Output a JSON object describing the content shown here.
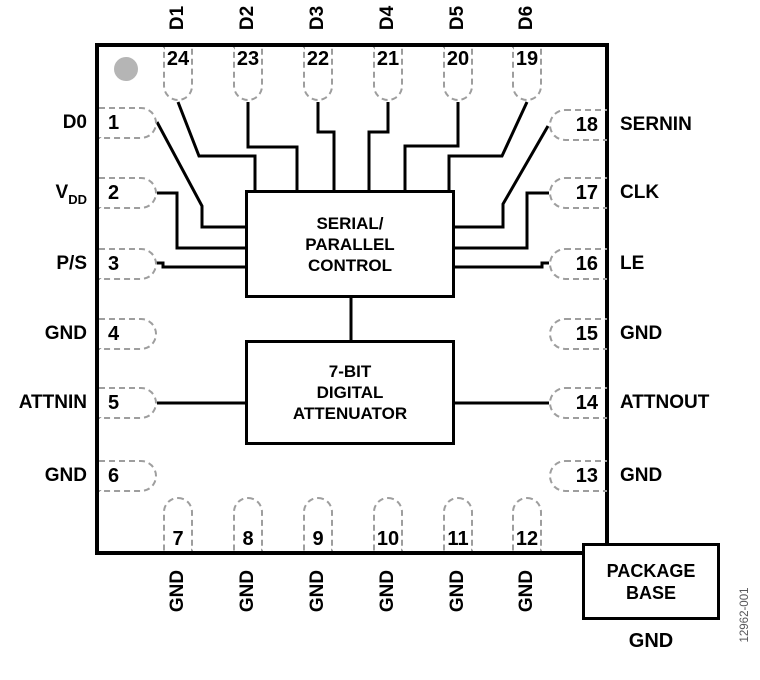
{
  "package": {
    "pins_left": [
      {
        "num": "1",
        "label": "D0"
      },
      {
        "num": "2",
        "label_main": "V",
        "label_sub": "DD"
      },
      {
        "num": "3",
        "label": "P/S"
      },
      {
        "num": "4",
        "label": "GND"
      },
      {
        "num": "5",
        "label": "ATTNIN"
      },
      {
        "num": "6",
        "label": "GND"
      }
    ],
    "pins_right": [
      {
        "num": "18",
        "label": "SERNIN"
      },
      {
        "num": "17",
        "label": "CLK"
      },
      {
        "num": "16",
        "label": "LE"
      },
      {
        "num": "15",
        "label": "GND"
      },
      {
        "num": "14",
        "label": "ATTNOUT"
      },
      {
        "num": "13",
        "label": "GND"
      }
    ],
    "pins_top": [
      {
        "num": "24",
        "label": "D1"
      },
      {
        "num": "23",
        "label": "D2"
      },
      {
        "num": "22",
        "label": "D3"
      },
      {
        "num": "21",
        "label": "D4"
      },
      {
        "num": "20",
        "label": "D5"
      },
      {
        "num": "19",
        "label": "D6"
      }
    ],
    "pins_bottom": [
      {
        "num": "7",
        "label": "GND"
      },
      {
        "num": "8",
        "label": "GND"
      },
      {
        "num": "9",
        "label": "GND"
      },
      {
        "num": "10",
        "label": "GND"
      },
      {
        "num": "11",
        "label": "GND"
      },
      {
        "num": "12",
        "label": "GND"
      }
    ]
  },
  "blocks": {
    "serial_parallel_control": {
      "line1": "SERIAL/",
      "line2": "PARALLEL",
      "line3": "CONTROL"
    },
    "digital_attenuator": {
      "line1": "7-BIT",
      "line2": "DIGITAL",
      "line3": "ATTENUATOR"
    },
    "package_base": {
      "line1": "PACKAGE",
      "line2": "BASE",
      "ground_label": "GND"
    }
  },
  "figure_number": "12962-001",
  "colors": {
    "line": "#000000",
    "pad_dash": "#9e9e9e",
    "pin1_marker": "#b5b5b5",
    "watermark_text": "#57575a",
    "background": "#ffffff"
  }
}
